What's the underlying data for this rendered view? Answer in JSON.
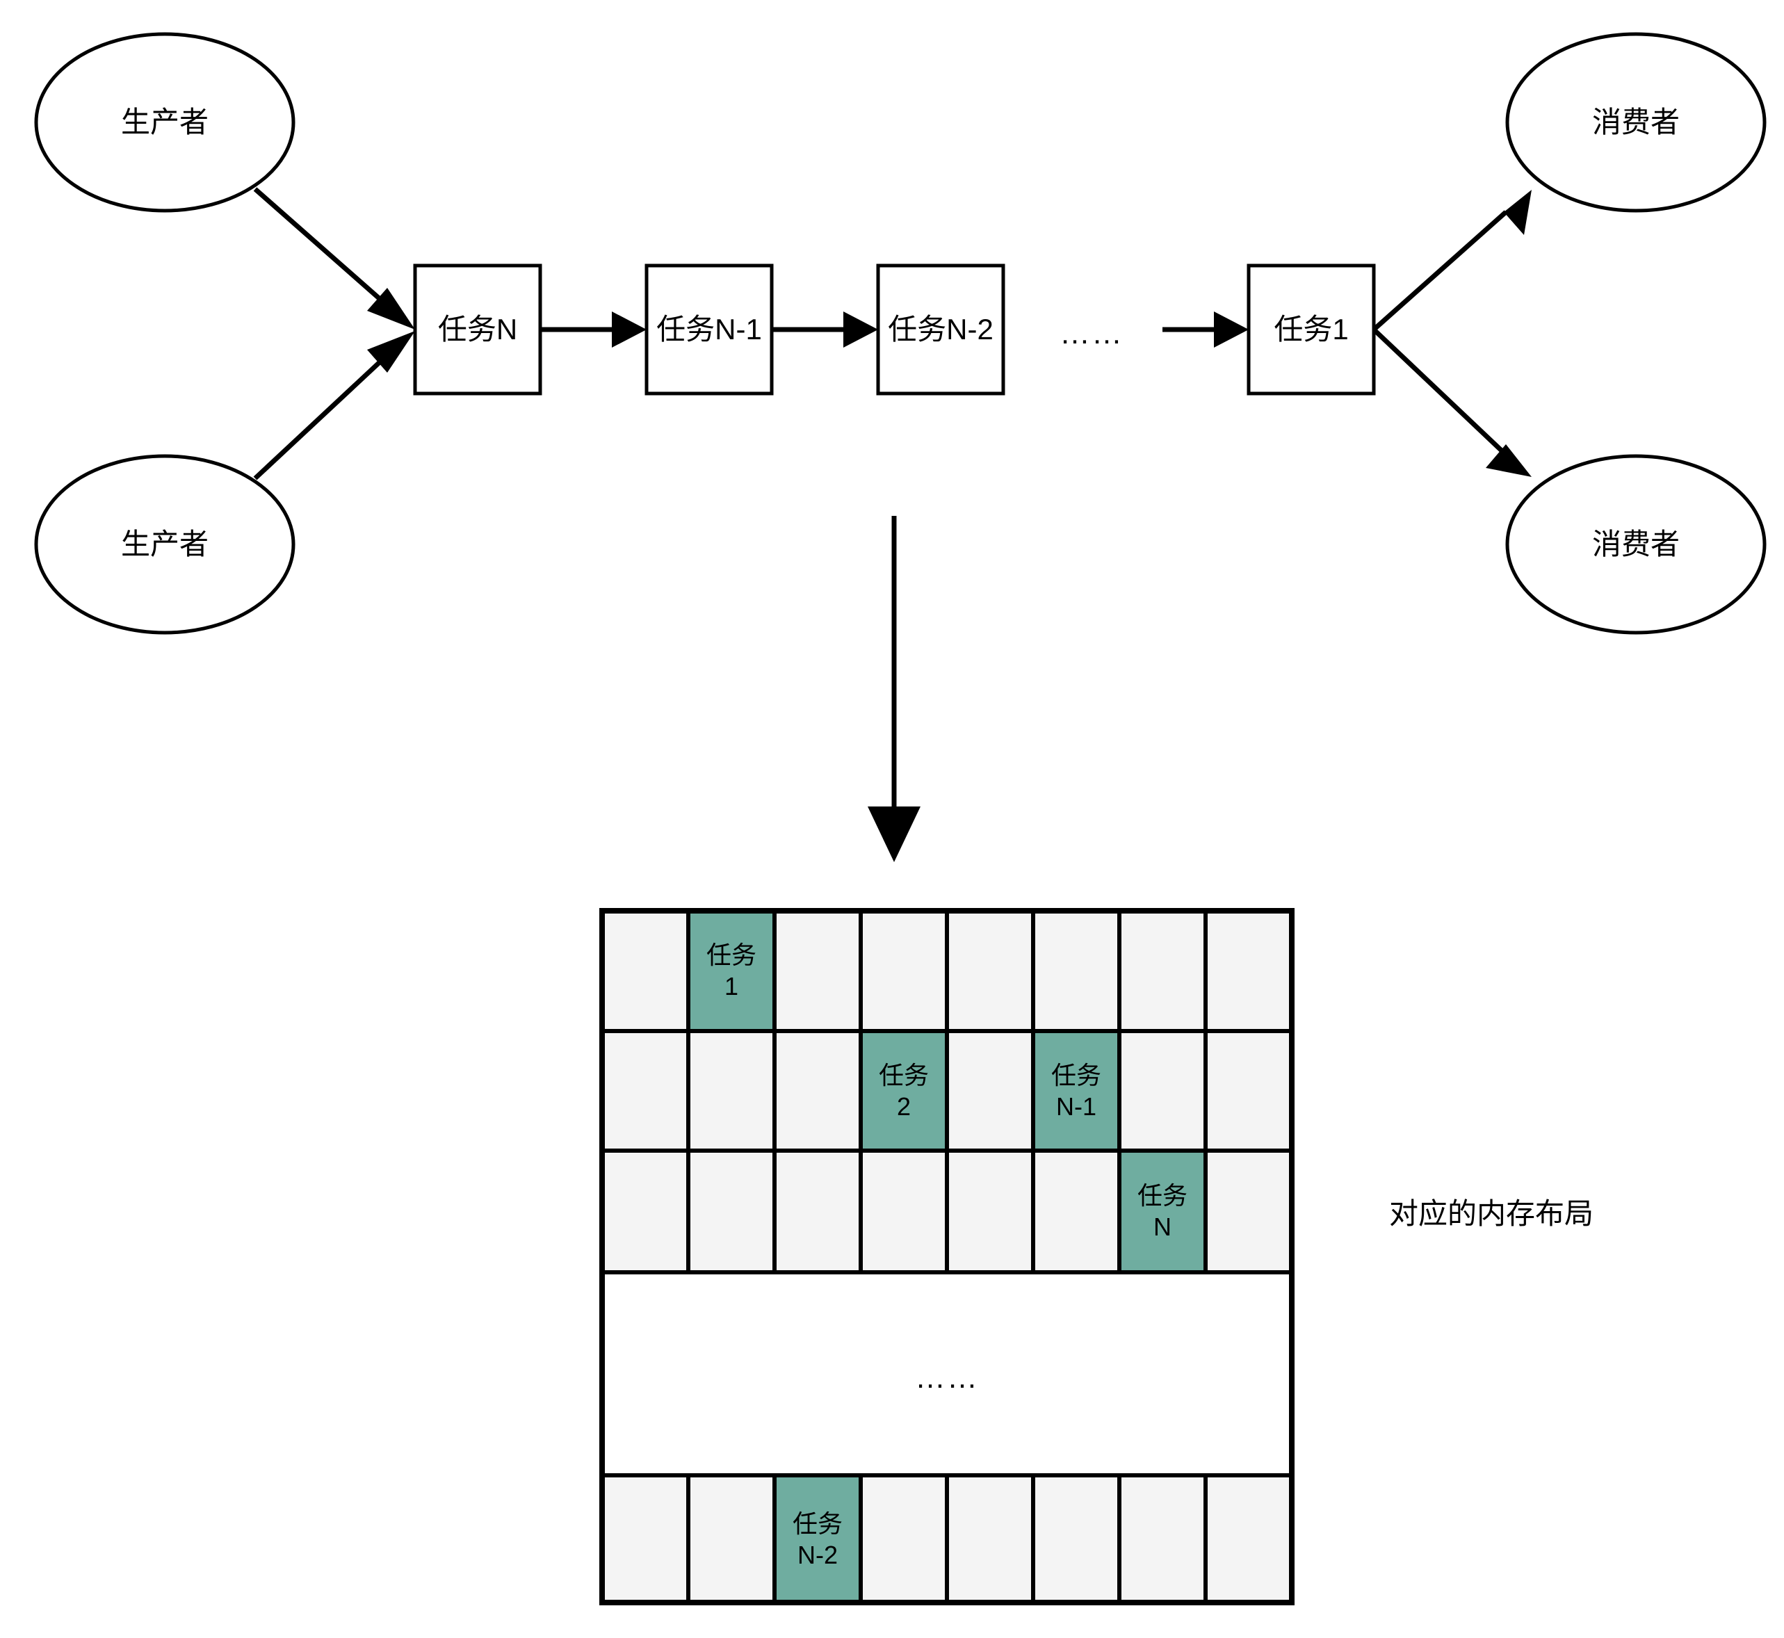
{
  "diagram": {
    "title_note": "对应的内存布局",
    "producers": [
      {
        "label": "生产者"
      },
      {
        "label": "生产者"
      }
    ],
    "consumers": [
      {
        "label": "消费者"
      },
      {
        "label": "消费者"
      }
    ],
    "task_chain": [
      {
        "label": "任务N"
      },
      {
        "label": "任务N-1"
      },
      {
        "label": "任务N-2"
      },
      {
        "label": "……"
      },
      {
        "label": "任务1"
      }
    ],
    "chain_ellipsis": "……",
    "memory_ellipsis": "……",
    "colors": {
      "task_fill": "#6fada0",
      "cell_empty": "#f4f4f4",
      "stroke": "#000000",
      "background": "#ffffff"
    },
    "memory_grid": {
      "columns": 8,
      "rows": 5,
      "cells": [
        [
          {
            "label": "",
            "filled": false
          },
          {
            "label": "任务\n1",
            "filled": true
          },
          {
            "label": "",
            "filled": false
          },
          {
            "label": "",
            "filled": false
          },
          {
            "label": "",
            "filled": false
          },
          {
            "label": "",
            "filled": false
          },
          {
            "label": "",
            "filled": false
          },
          {
            "label": "",
            "filled": false
          }
        ],
        [
          {
            "label": "",
            "filled": false
          },
          {
            "label": "",
            "filled": false
          },
          {
            "label": "",
            "filled": false
          },
          {
            "label": "任务\n2",
            "filled": true
          },
          {
            "label": "",
            "filled": false
          },
          {
            "label": "任务\nN-1",
            "filled": true
          },
          {
            "label": "",
            "filled": false
          },
          {
            "label": "",
            "filled": false
          }
        ],
        [
          {
            "label": "",
            "filled": false
          },
          {
            "label": "",
            "filled": false
          },
          {
            "label": "",
            "filled": false
          },
          {
            "label": "",
            "filled": false
          },
          {
            "label": "",
            "filled": false
          },
          {
            "label": "",
            "filled": false
          },
          {
            "label": "任务\nN",
            "filled": true
          },
          {
            "label": "",
            "filled": false
          }
        ],
        "ellipsis-row",
        [
          {
            "label": "",
            "filled": false
          },
          {
            "label": "",
            "filled": false
          },
          {
            "label": "任务\nN-2",
            "filled": true
          },
          {
            "label": "",
            "filled": false
          },
          {
            "label": "",
            "filled": false
          },
          {
            "label": "",
            "filled": false
          },
          {
            "label": "",
            "filled": false
          },
          {
            "label": "",
            "filled": false
          }
        ]
      ]
    },
    "cell_labels": {
      "r1c2_line1": "任务",
      "r1c2_line2": "1",
      "r2c4_line1": "任务",
      "r2c4_line2": "2",
      "r2c6_line1": "任务",
      "r2c6_line2": "N-1",
      "r3c7_line1": "任务",
      "r3c7_line2": "N",
      "r5c3_line1": "任务",
      "r5c3_line2": "N-2"
    }
  }
}
